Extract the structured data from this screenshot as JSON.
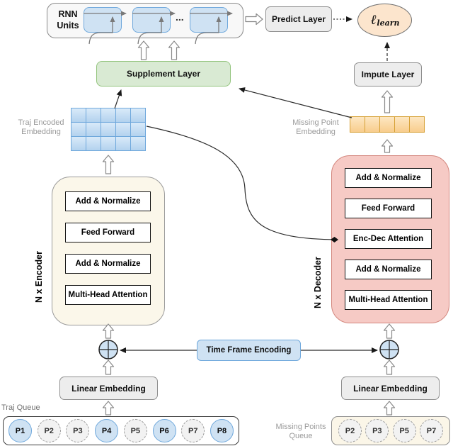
{
  "colors": {
    "light_blue_fill": "#cfe2f3",
    "blue_border": "#6fa8dc",
    "green_fill": "#d9ead3",
    "green_border": "#93c47d",
    "gray_box_fill": "#ededed",
    "encoder_fill": "#fbf7ea",
    "decoder_fill": "#f6cac5",
    "decoder_border": "#d3867d",
    "orange_border": "#d6a136",
    "loss_fill": "#fce5cd"
  },
  "top": {
    "rnn_label": "RNN Units",
    "dots": "...",
    "predict_layer": "Predict Layer",
    "loss_symbol": "ℓ",
    "loss_sub": "learn"
  },
  "layers": {
    "supplement": "Supplement Layer",
    "impute": "Impute Layer"
  },
  "embeddings": {
    "traj_label": "Traj Encoded Embedding",
    "missing_label": "Missing Point Embedding",
    "traj_grid": {
      "rows": 3,
      "cols": 5
    },
    "missing_row": {
      "rows": 1,
      "cols": 5
    }
  },
  "encoder": {
    "side_label": "N x Encoder",
    "layers": [
      "Add & Normalize",
      "Feed Forward",
      "Add & Normalize",
      "Multi-Head Attention"
    ]
  },
  "decoder": {
    "side_label": "N x Decoder",
    "layers": [
      "Add & Normalize",
      "Feed Forward",
      "Enc-Dec Attention",
      "Add & Normalize",
      "Multi-Head Attention"
    ]
  },
  "bottom": {
    "time_frame_encoding": "Time Frame Encoding",
    "linear_embedding_left": "Linear Embedding",
    "linear_embedding_right": "Linear Embedding",
    "traj_queue_label": "Traj Queue",
    "missing_queue_label": "Missing Points Queue",
    "traj_queue": [
      {
        "label": "P1",
        "state": "present"
      },
      {
        "label": "P2",
        "state": "missing"
      },
      {
        "label": "P3",
        "state": "missing"
      },
      {
        "label": "P4",
        "state": "present"
      },
      {
        "label": "P5",
        "state": "missing"
      },
      {
        "label": "P6",
        "state": "present"
      },
      {
        "label": "P7",
        "state": "missing"
      },
      {
        "label": "P8",
        "state": "present"
      }
    ],
    "missing_queue": [
      {
        "label": "P2"
      },
      {
        "label": "P3"
      },
      {
        "label": "P5"
      },
      {
        "label": "P7"
      }
    ]
  }
}
